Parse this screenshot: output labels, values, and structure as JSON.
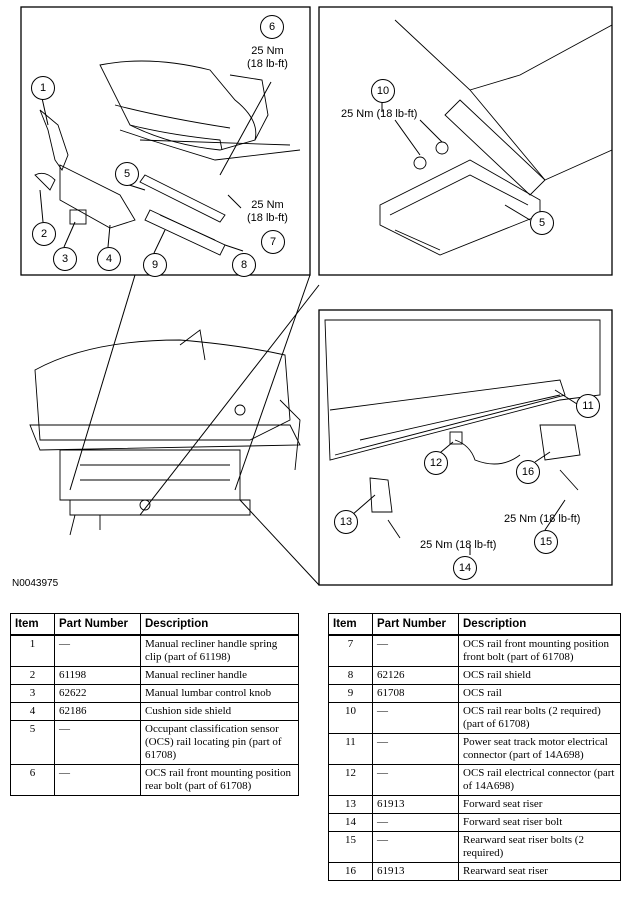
{
  "figure_id": "N0043975",
  "callouts": {
    "c1": "1",
    "c2": "2",
    "c3": "3",
    "c4": "4",
    "c5a": "5",
    "c6": "6",
    "c7": "7",
    "c8": "8",
    "c9": "9",
    "c10": "10",
    "c5b": "5",
    "c11": "11",
    "c12": "12",
    "c13": "13",
    "c14": "14",
    "c15": "15",
    "c16": "16"
  },
  "torque": {
    "t6_nm": "25 Nm",
    "t6_lbft": "(18 lb-ft)",
    "t7_nm": "25 Nm",
    "t7_lbft": "(18 lb-ft)",
    "t10": "25 Nm (18 lb-ft)",
    "t15": "25 Nm (18 lb-ft)",
    "t14": "25 Nm (18 lb-ft)"
  },
  "table_headers": {
    "item": "Item",
    "part_number": "Part Number",
    "description": "Description"
  },
  "parts_left": [
    {
      "item": "1",
      "part": "—",
      "desc": "Manual recliner handle spring clip (part of 61198)"
    },
    {
      "item": "2",
      "part": "61198",
      "desc": "Manual recliner handle"
    },
    {
      "item": "3",
      "part": "62622",
      "desc": "Manual lumbar control knob"
    },
    {
      "item": "4",
      "part": "62186",
      "desc": "Cushion side shield"
    },
    {
      "item": "5",
      "part": "—",
      "desc": "Occupant classification sensor (OCS) rail locating pin (part of 61708)"
    },
    {
      "item": "6",
      "part": "—",
      "desc": "OCS rail front mounting position rear bolt (part of 61708)"
    }
  ],
  "parts_right": [
    {
      "item": "7",
      "part": "—",
      "desc": "OCS rail front mounting position front bolt (part of 61708)"
    },
    {
      "item": "8",
      "part": "62126",
      "desc": "OCS rail shield"
    },
    {
      "item": "9",
      "part": "61708",
      "desc": "OCS rail"
    },
    {
      "item": "10",
      "part": "—",
      "desc": "OCS rail rear bolts (2 required) (part of 61708)"
    },
    {
      "item": "11",
      "part": "—",
      "desc": "Power seat track motor electrical connector (part of 14A698)"
    },
    {
      "item": "12",
      "part": "—",
      "desc": "OCS rail electrical connector (part of 14A698)"
    },
    {
      "item": "13",
      "part": "61913",
      "desc": "Forward seat riser"
    },
    {
      "item": "14",
      "part": "—",
      "desc": "Forward seat riser bolt"
    },
    {
      "item": "15",
      "part": "—",
      "desc": "Rearward seat riser bolts (2 required)"
    },
    {
      "item": "16",
      "part": "61913",
      "desc": "Rearward seat riser"
    }
  ]
}
